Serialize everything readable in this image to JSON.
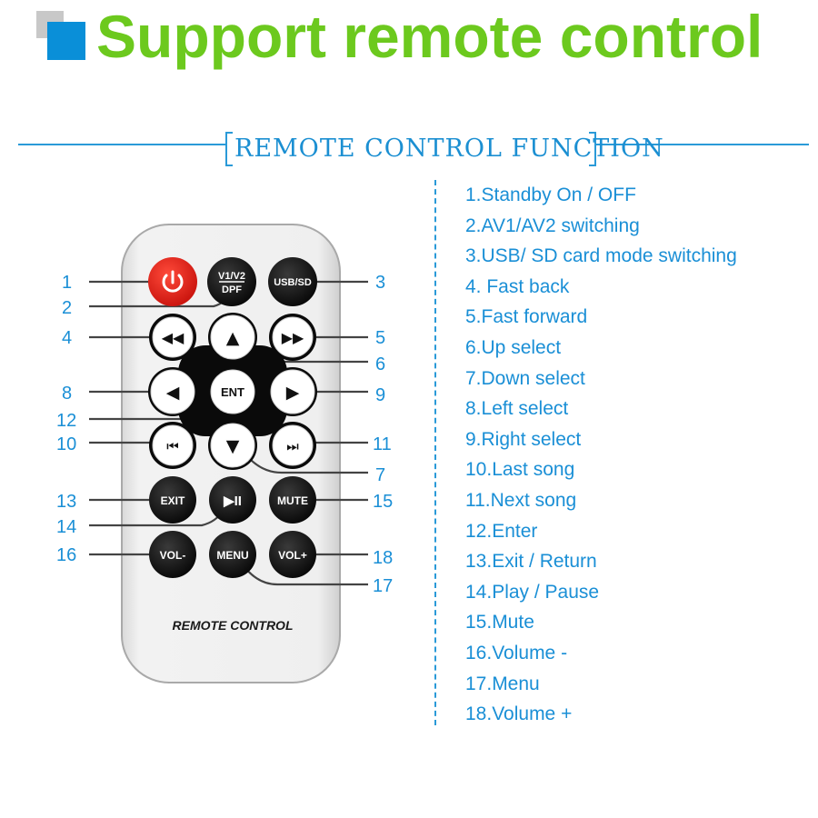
{
  "header": {
    "title": "Support remote control",
    "section_title": "REMOTE CONTROL FUNCTION"
  },
  "colors": {
    "title_green": "#6cc91e",
    "accent_blue": "#1a8fd6",
    "power_red": "#e02020"
  },
  "remote": {
    "label": "REMOTE CONTROL",
    "buttons": {
      "power": "power-icon",
      "av": "V1/V2",
      "av_sub": "DPF",
      "usbsd": "USB/SD",
      "fast_back": "◀◀",
      "fast_forward": "▶▶",
      "up": "▲",
      "down": "▼",
      "left": "◀",
      "right": "▶",
      "enter": "ENT",
      "prev": "⏮",
      "next": "⏭",
      "exit": "EXIT",
      "play_pause": "▶II",
      "mute": "MUTE",
      "vol_minus": "VOL-",
      "menu": "MENU",
      "vol_plus": "VOL+"
    }
  },
  "callouts": [
    "1",
    "2",
    "3",
    "4",
    "5",
    "6",
    "7",
    "8",
    "9",
    "10",
    "11",
    "12",
    "13",
    "14",
    "15",
    "16",
    "17",
    "18"
  ],
  "functions": [
    "1.Standby On / OFF",
    "2.AV1/AV2 switching",
    "3.USB/ SD card mode switching",
    "4. Fast back",
    "5.Fast forward",
    "6.Up select",
    "7.Down select",
    "8.Left select",
    "9.Right select",
    "10.Last song",
    "11.Next song",
    "12.Enter",
    "13.Exit / Return",
    "14.Play / Pause",
    "15.Mute",
    "16.Volume -",
    "17.Menu",
    "18.Volume +"
  ]
}
